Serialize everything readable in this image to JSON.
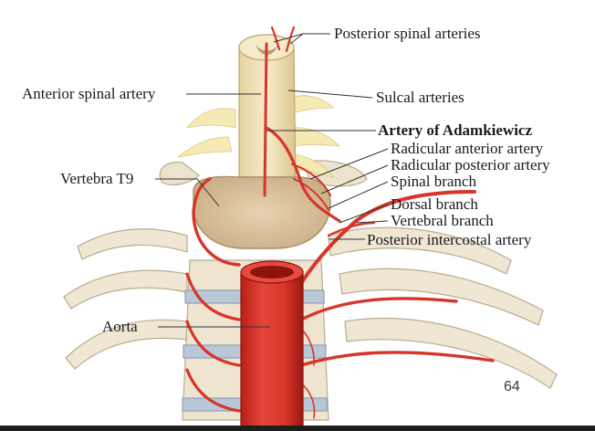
{
  "labels": {
    "posterior_spinal_arteries": "Posterior spinal arteries",
    "anterior_spinal_artery": "Anterior spinal artery",
    "sulcal_arteries": "Sulcal arteries",
    "artery_of_adamkiewicz": "Artery of Adamkiewicz",
    "radicular_anterior_artery": "Radicular anterior artery",
    "radicular_posterior_artery": "Radicular posterior artery",
    "spinal_branch": "Spinal branch",
    "vertebra_t9": "Vertebra T9",
    "dorsal_branch": "Dorsal branch",
    "vertebral_branch": "Vertebral branch",
    "posterior_intercostal_artery": "Posterior intercostal artery",
    "aorta": "Aorta"
  },
  "page_number": "64",
  "colors": {
    "artery": "#d8352a",
    "artery_dark": "#a81c16",
    "bone": "#eadfc8",
    "bone_shade": "#cdbd9c",
    "disc": "#b9c7d6",
    "nerve": "#f4e6a6",
    "cord": "#f2e2b8",
    "leader": "#333333"
  }
}
